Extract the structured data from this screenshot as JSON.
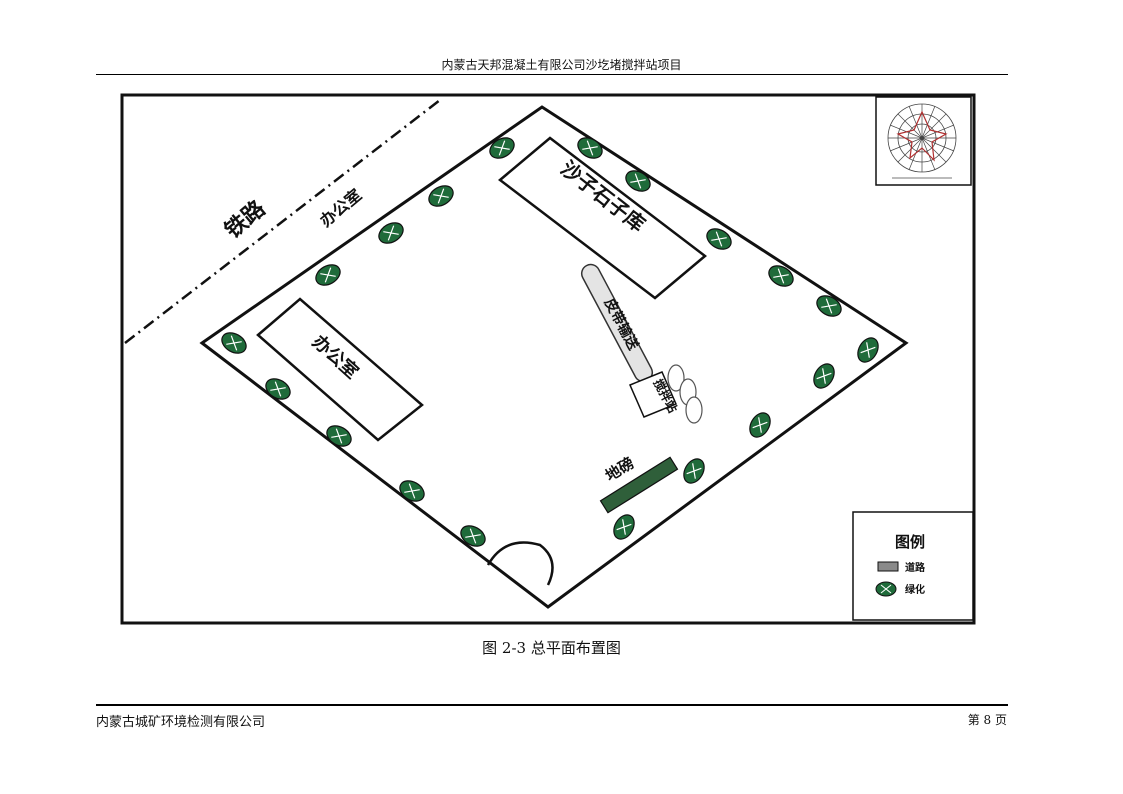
{
  "header": {
    "title": "内蒙古天邦混凝土有限公司沙圪堵搅拌站项目"
  },
  "plan": {
    "railway_label": "铁路",
    "office_label_outside": "办公室",
    "office_label": "办公室",
    "gravel_yard_label": "沙子石子库",
    "conveyor_label": "皮带输送",
    "mixer_label": "搅拌站",
    "scale_label": "地磅",
    "legend": {
      "title": "图例",
      "items": [
        {
          "label": "道路",
          "icon": "road-swatch-icon",
          "color": "#8a8a8a"
        },
        {
          "label": "绿化",
          "icon": "greenery-icon",
          "color": "#1f6b3a"
        }
      ]
    },
    "colors": {
      "greenery": "#1f6b3a",
      "scale": "#2f5f3a"
    }
  },
  "caption": "图 2-3  总平面布置图",
  "footer": {
    "company": "内蒙古城矿环境检测有限公司",
    "page": "第 8 页"
  }
}
